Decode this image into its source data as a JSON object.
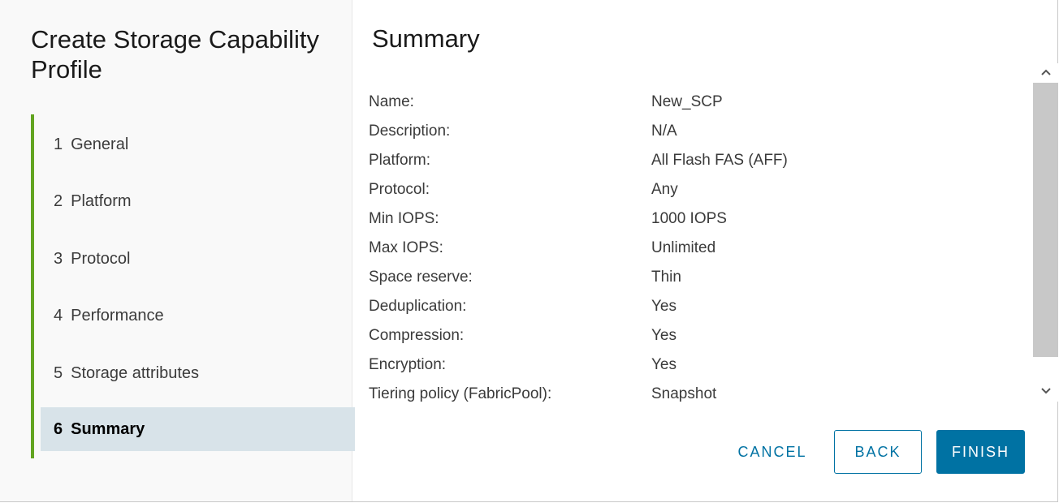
{
  "wizard": {
    "title": "Create Storage Capability Profile",
    "steps": [
      {
        "number": "1",
        "label": "General"
      },
      {
        "number": "2",
        "label": "Platform"
      },
      {
        "number": "3",
        "label": "Protocol"
      },
      {
        "number": "4",
        "label": "Performance"
      },
      {
        "number": "5",
        "label": "Storage attributes"
      },
      {
        "number": "6",
        "label": "Summary"
      }
    ],
    "active_step": "6",
    "accent_color": "#62a420"
  },
  "summary": {
    "title": "Summary",
    "rows": [
      {
        "label": "Name:",
        "value": "New_SCP"
      },
      {
        "label": "Description:",
        "value": "N/A"
      },
      {
        "label": "Platform:",
        "value": "All Flash FAS (AFF)"
      },
      {
        "label": "Protocol:",
        "value": "Any"
      },
      {
        "label": "Min IOPS:",
        "value": "1000 IOPS"
      },
      {
        "label": "Max IOPS:",
        "value": "Unlimited"
      },
      {
        "label": "Space reserve:",
        "value": "Thin"
      },
      {
        "label": "Deduplication:",
        "value": "Yes"
      },
      {
        "label": "Compression:",
        "value": "Yes"
      },
      {
        "label": "Encryption:",
        "value": "Yes"
      },
      {
        "label": "Tiering policy (FabricPool):",
        "value": "Snapshot"
      }
    ]
  },
  "footer": {
    "cancel_label": "CANCEL",
    "back_label": "BACK",
    "finish_label": "FINISH",
    "primary_color": "#0072a3"
  },
  "icons": {
    "scroll_up": "chevron-up-icon",
    "scroll_down": "chevron-down-icon"
  }
}
